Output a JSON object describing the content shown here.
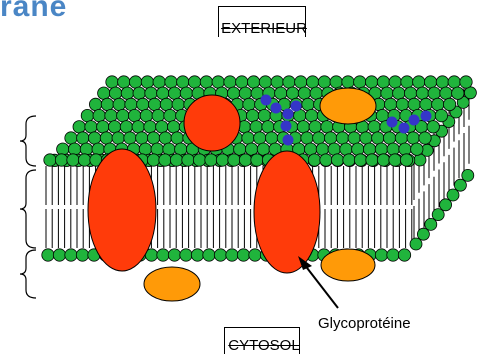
{
  "title_fragment": "rane",
  "labels": {
    "exterior": "EXTERIEUR",
    "cytosol": "CYTOSOL",
    "glycoprotein": "Glycoprotéine"
  },
  "colors": {
    "lipid_head": "#20b43c",
    "protein_integral": "#ff3b0a",
    "protein_peripheral": "#ff9a08",
    "glycan": "#3535c8",
    "title": "#4a86c5"
  }
}
